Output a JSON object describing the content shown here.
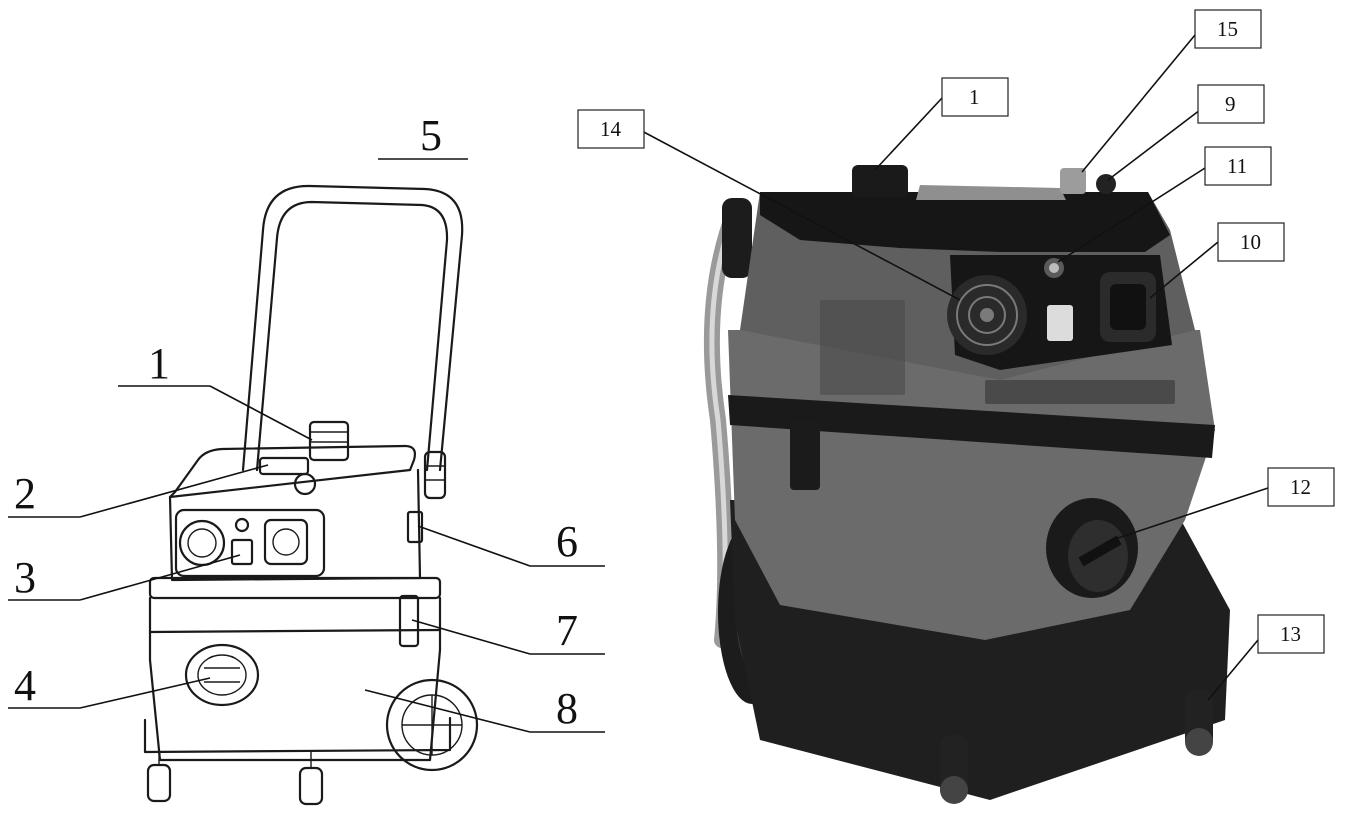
{
  "left_figure": {
    "labels": [
      "1",
      "2",
      "3",
      "4",
      "5",
      "6",
      "7",
      "8"
    ]
  },
  "right_figure": {
    "labels": [
      "1",
      "9",
      "10",
      "11",
      "12",
      "13",
      "14",
      "15"
    ]
  },
  "colors": {
    "ink": "#1a1a1a",
    "body_gray": "#6b6b6b",
    "dark_plastic": "#1c1c1c"
  }
}
